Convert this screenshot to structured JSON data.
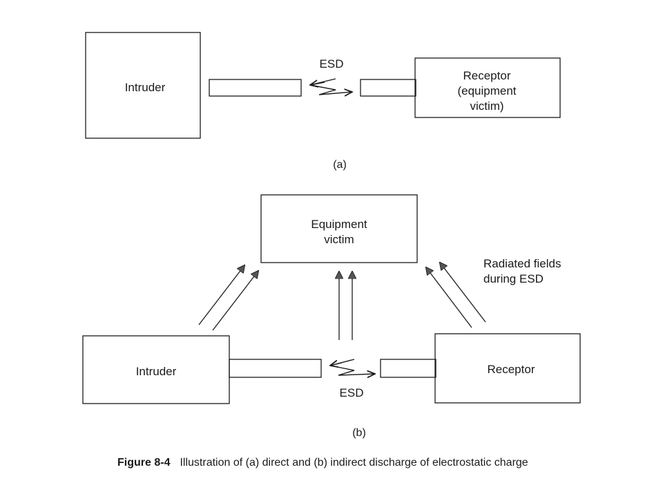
{
  "diagram_a": {
    "intruder_label": "Intruder",
    "esd_label": "ESD",
    "receptor_label": "Receptor\n(equipment\nvictim)",
    "panel_label": "(a)"
  },
  "diagram_b": {
    "equipment_label": "Equipment\nvictim",
    "radiated_label": "Radiated fields\nduring ESD",
    "intruder_label": "Intruder",
    "receptor_label": "Receptor",
    "esd_label": "ESD",
    "panel_label": "(b)"
  },
  "caption": {
    "figure_number": "Figure 8-4",
    "text": "Illustration of (a) direct and (b) indirect discharge of electrostatic charge"
  },
  "colors": {
    "ink": "#1a1a1a",
    "arrow_fill": "#555555"
  }
}
